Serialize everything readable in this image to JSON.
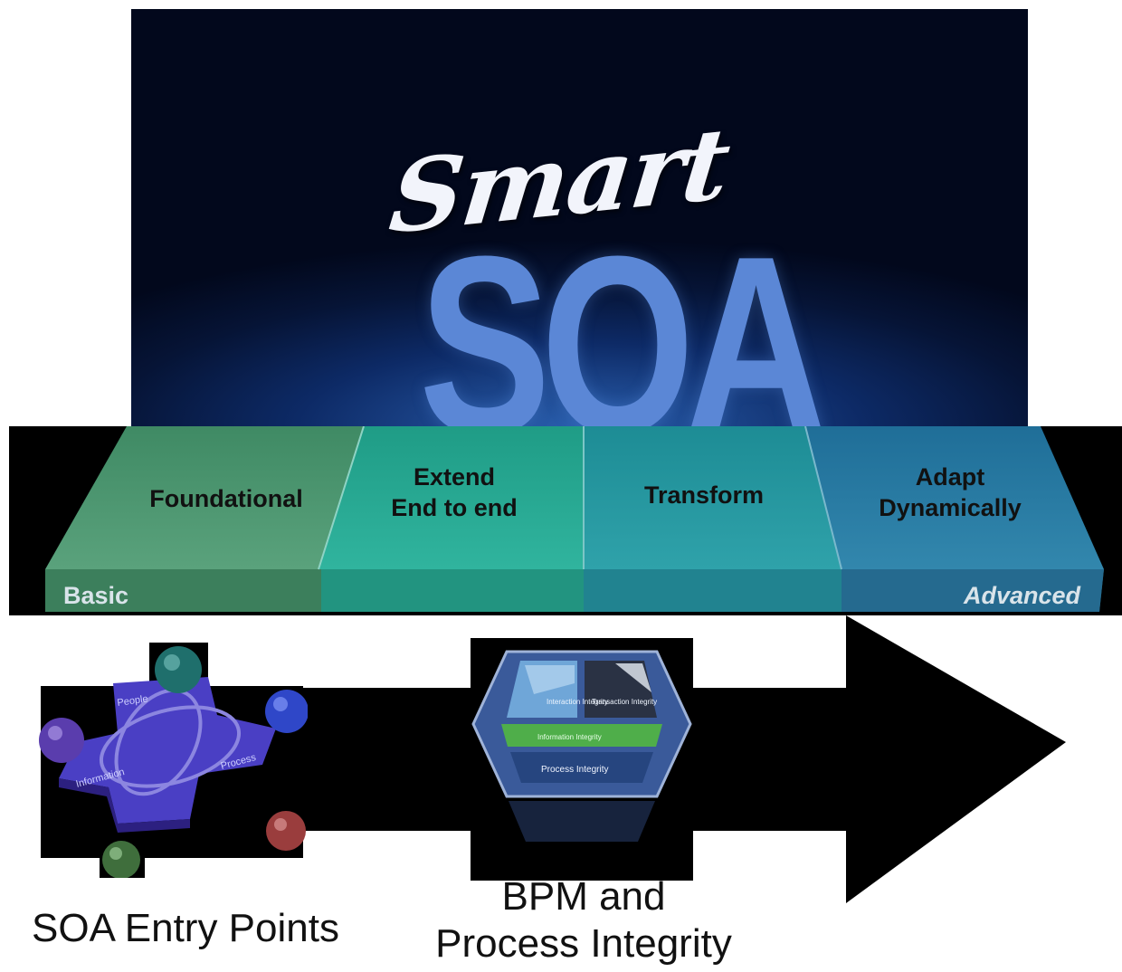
{
  "hero": {
    "script_word": "Smart",
    "big_word": "SOA"
  },
  "stages": [
    {
      "title_line1": "Foundational",
      "title_line2": ""
    },
    {
      "title_line1": "Extend",
      "title_line2": "End to end"
    },
    {
      "title_line1": "Transform",
      "title_line2": ""
    },
    {
      "title_line1": "Adapt",
      "title_line2": "Dynamically"
    }
  ],
  "scale": {
    "low_label": "Basic",
    "high_label": "Advanced"
  },
  "entry_points": {
    "labels": [
      "People",
      "Process",
      "Information"
    ],
    "caption": "SOA Entry Points"
  },
  "bpm": {
    "layers": [
      "Interaction Integrity",
      "Transaction Integrity",
      "Information Integrity",
      "Process Integrity"
    ],
    "caption_line1": "BPM and",
    "caption_line2": "Process Integrity"
  },
  "colors": {
    "foundational": "#4f9874",
    "extend": "#28ab96",
    "transform": "#2899a1",
    "adapt": "#2a7ba3",
    "soa_blue": "#5b87d6"
  },
  "icons": [
    "sphere-icon",
    "hexagon-stack-icon",
    "arrow-right-icon"
  ]
}
